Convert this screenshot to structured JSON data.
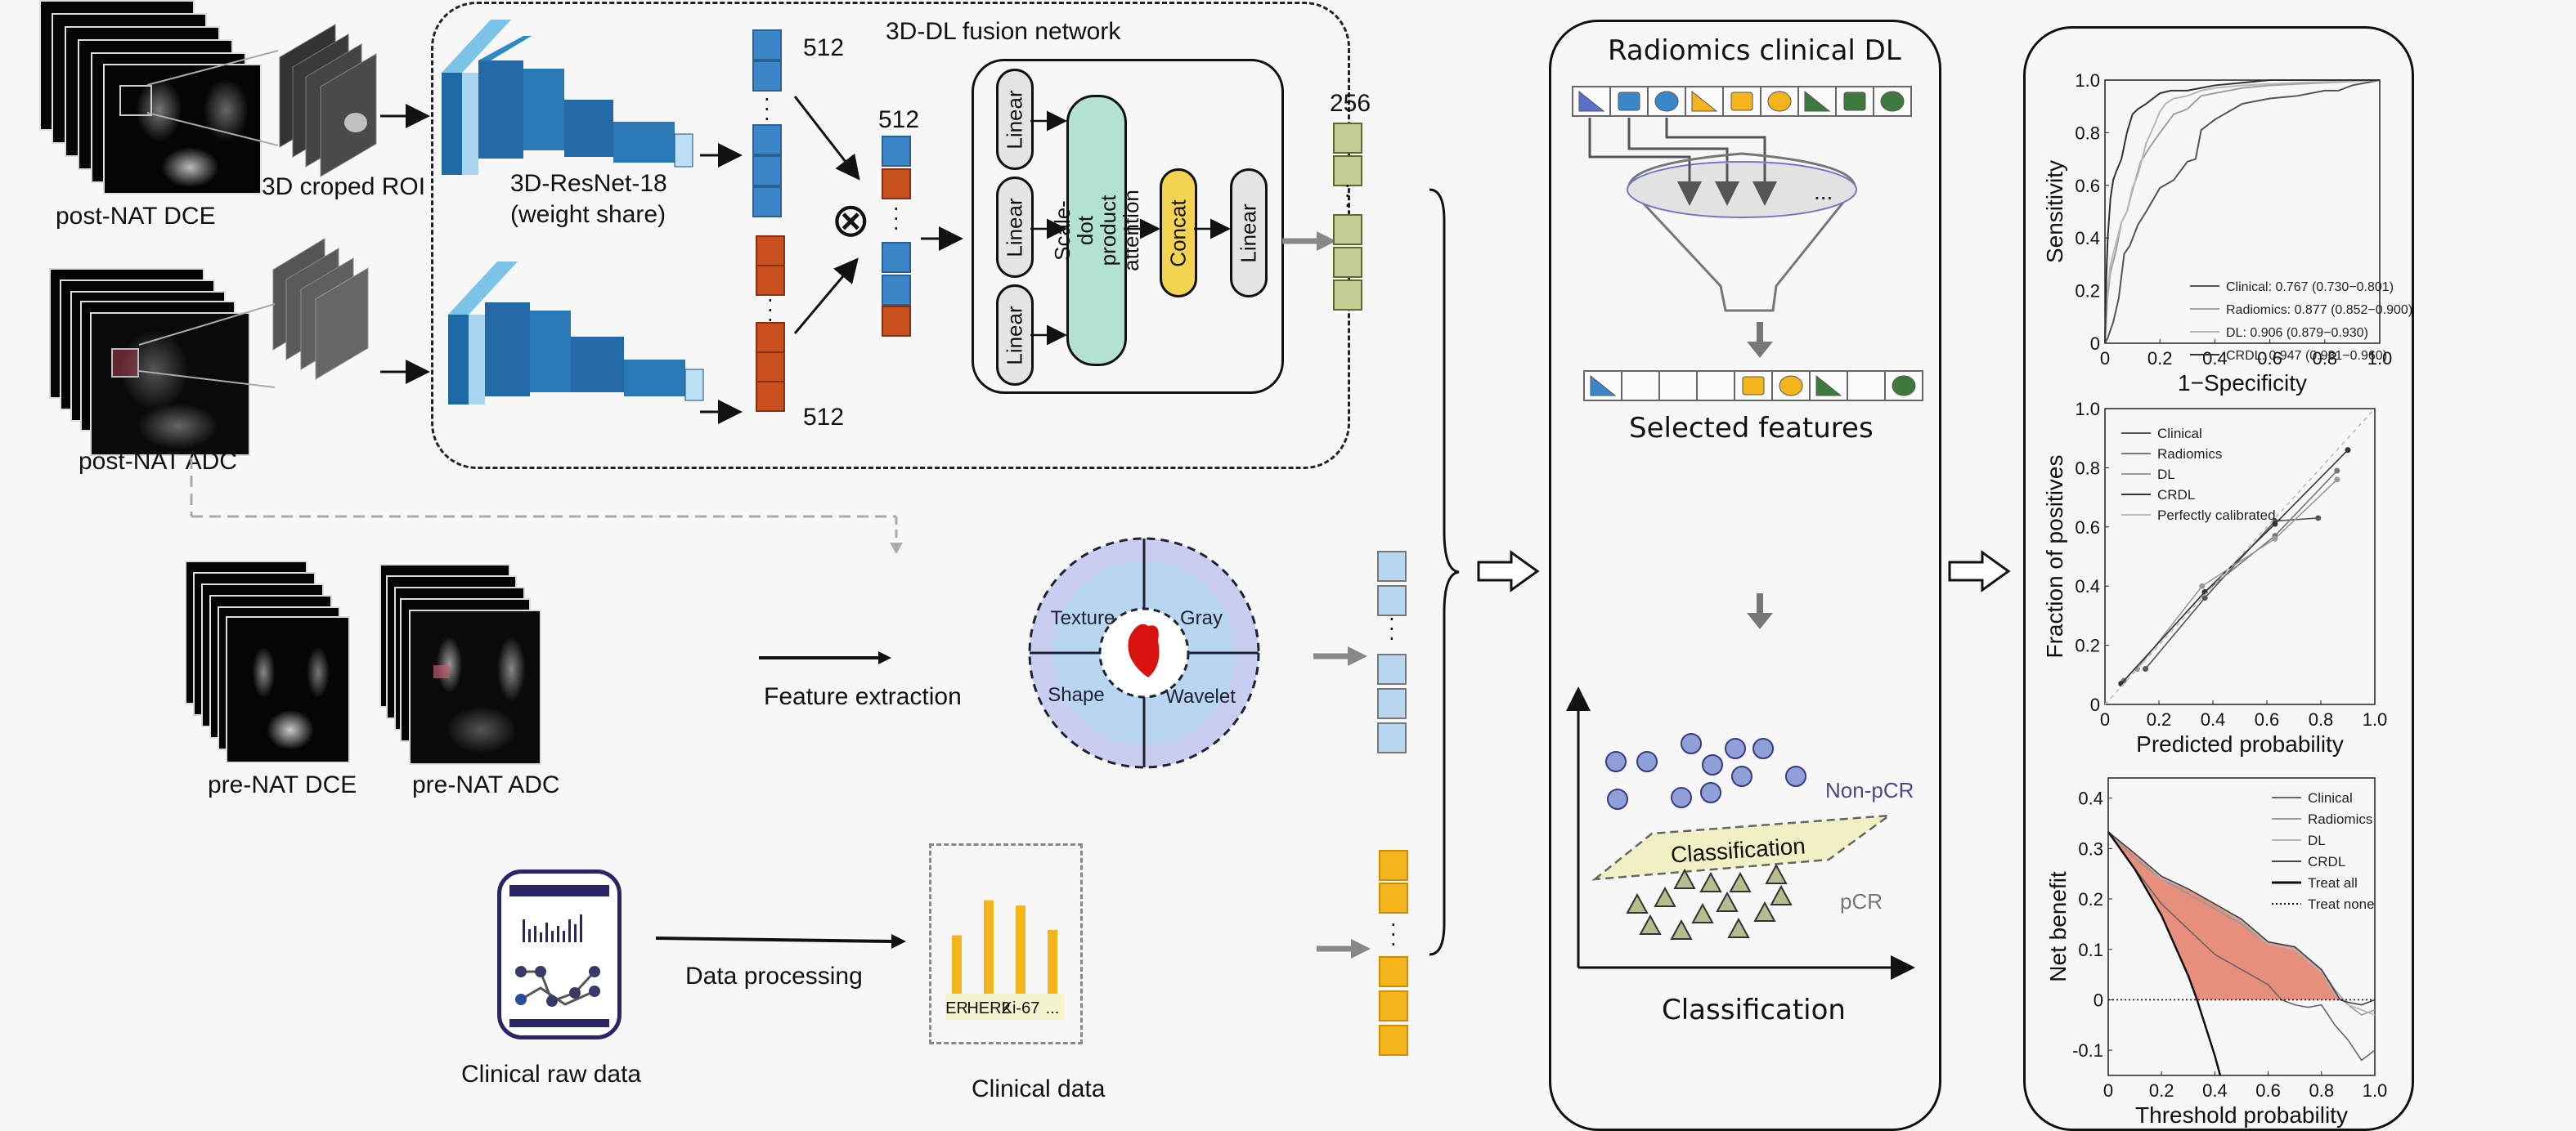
{
  "inputs": {
    "post_nat_dce": "post-NAT DCE",
    "post_nat_adc": "post-NAT ADC",
    "cropped_roi": "3D croped ROI",
    "pre_nat_dce": "pre-NAT DCE",
    "pre_nat_adc": "pre-NAT ADC"
  },
  "dl_branch": {
    "title": "3D-DL fusion network",
    "backbone": "3D-ResNet-18",
    "backbone_note": "(weight share)",
    "dim_top": "512",
    "dim_bottom": "512",
    "dim_fused": "512",
    "dim_out": "256",
    "fusion_op": "⊗",
    "attention": {
      "linear_q": "Linear",
      "linear_k": "Linear",
      "linear_v": "Linear",
      "sdpa": "Scale-dot product attention",
      "concat": "Concat",
      "linear_out": "Linear"
    }
  },
  "radiomics_branch": {
    "step_label": "Feature extraction",
    "categories": [
      "Texture",
      "Gray",
      "Shape",
      "Wavelet"
    ]
  },
  "clinical_branch": {
    "raw_label": "Clinical raw data",
    "step_label": "Data processing",
    "data_label": "Clinical data",
    "features": [
      "ER",
      "HER2",
      "Ki-67",
      "..."
    ],
    "feature_relative_heights": [
      0.55,
      0.88,
      0.83,
      0.6
    ]
  },
  "model_panel": {
    "title": "Radiomics clinical DL",
    "funnel_ellipsis": "...",
    "selected_label": "Selected features",
    "non_pcr_label": "Non-pCR",
    "pcr_label": "pCR",
    "plane_label": "Classification",
    "bottom_label": "Classification",
    "all_features": [
      {
        "shape": "triangle",
        "color": "#5b6fc8"
      },
      {
        "shape": "cube",
        "color": "#3a86c8"
      },
      {
        "shape": "circle",
        "color": "#3a86c8"
      },
      {
        "shape": "triangle",
        "color": "#f4b41c"
      },
      {
        "shape": "cube",
        "color": "#f4b41c"
      },
      {
        "shape": "circle",
        "color": "#f4b41c"
      },
      {
        "shape": "triangle",
        "color": "#3e7a3e"
      },
      {
        "shape": "cube",
        "color": "#3e7a3e"
      },
      {
        "shape": "circle",
        "color": "#3e7a3e"
      }
    ],
    "selected_features": [
      {
        "shape": "triangle",
        "color": "#3a86c8"
      },
      {
        "shape": "none"
      },
      {
        "shape": "none"
      },
      {
        "shape": "none"
      },
      {
        "shape": "cube",
        "color": "#f4b41c"
      },
      {
        "shape": "circle",
        "color": "#f4b41c"
      },
      {
        "shape": "triangle",
        "color": "#3e7a3e"
      },
      {
        "shape": "none"
      },
      {
        "shape": "circle",
        "color": "#3e7a3e"
      }
    ]
  },
  "chart_data": [
    {
      "type": "line",
      "name": "roc",
      "title": "",
      "xlabel": "1−Specificity",
      "ylabel": "Sensitivity",
      "xlim": [
        0,
        1
      ],
      "ylim": [
        0,
        1
      ],
      "xticks": [
        "0",
        "0.2",
        "0.4",
        "0.6",
        "0.8",
        "1.0"
      ],
      "yticks": [
        "0",
        "0.2",
        "0.4",
        "0.6",
        "0.8",
        "1.0"
      ],
      "legend_position": "bottom-right",
      "series": [
        {
          "name": "Clinical: 0.767 (0.730−0.801)",
          "color": "#555555",
          "x": [
            0,
            0.01,
            0.03,
            0.05,
            0.07,
            0.09,
            0.12,
            0.15,
            0.2,
            0.25,
            0.3,
            0.33,
            0.35,
            0.4,
            0.45,
            0.5,
            0.6,
            0.7,
            0.8,
            0.85,
            0.9,
            0.95,
            1.0
          ],
          "y": [
            0,
            0.02,
            0.08,
            0.17,
            0.34,
            0.37,
            0.45,
            0.5,
            0.59,
            0.62,
            0.69,
            0.7,
            0.81,
            0.85,
            0.88,
            0.91,
            0.93,
            0.94,
            0.96,
            0.96,
            0.98,
            0.99,
            1.0
          ]
        },
        {
          "name": "Radiomics: 0.877 (0.852−0.900)",
          "color": "#a0a0a0",
          "x": [
            0,
            0.01,
            0.02,
            0.04,
            0.06,
            0.08,
            0.1,
            0.13,
            0.16,
            0.2,
            0.25,
            0.3,
            0.35,
            0.4,
            0.5,
            0.6,
            0.8,
            1.0
          ],
          "y": [
            0,
            0.18,
            0.27,
            0.35,
            0.46,
            0.5,
            0.58,
            0.69,
            0.74,
            0.8,
            0.87,
            0.89,
            0.94,
            0.95,
            0.97,
            0.98,
            0.99,
            1.0
          ]
        },
        {
          "name": "DL: 0.906 (0.879−0.930)",
          "color": "#b8b8b8",
          "x": [
            0,
            0.01,
            0.02,
            0.04,
            0.06,
            0.08,
            0.1,
            0.12,
            0.15,
            0.18,
            0.2,
            0.22,
            0.25,
            0.3,
            0.35,
            0.4,
            0.5,
            0.7,
            1.0
          ],
          "y": [
            0,
            0.2,
            0.3,
            0.38,
            0.46,
            0.5,
            0.59,
            0.64,
            0.76,
            0.83,
            0.88,
            0.91,
            0.93,
            0.94,
            0.96,
            0.97,
            0.98,
            0.99,
            1.0
          ]
        },
        {
          "name": "CRDL: 0.947 (0.931−0.960)",
          "color": "#333333",
          "x": [
            0,
            0.005,
            0.01,
            0.02,
            0.03,
            0.04,
            0.06,
            0.08,
            0.1,
            0.12,
            0.15,
            0.2,
            0.24,
            0.3,
            0.35,
            0.4,
            0.5,
            0.6,
            1.0
          ],
          "y": [
            0,
            0.25,
            0.4,
            0.55,
            0.62,
            0.65,
            0.7,
            0.8,
            0.87,
            0.89,
            0.91,
            0.95,
            0.96,
            0.96,
            0.97,
            0.98,
            0.99,
            1.0,
            1.0
          ]
        }
      ]
    },
    {
      "type": "line",
      "name": "calibration",
      "title": "",
      "xlabel": "Predicted probability",
      "ylabel": "Fraction of positives",
      "xlim": [
        0,
        1
      ],
      "ylim": [
        0,
        1
      ],
      "xticks": [
        "0",
        "0.2",
        "0.4",
        "0.6",
        "0.8",
        "1.0"
      ],
      "yticks": [
        "0",
        "0.2",
        "0.4",
        "0.6",
        "0.8",
        "1.0"
      ],
      "legend_position": "top-left",
      "series": [
        {
          "name": "Clinical",
          "color": "#555555",
          "x": [
            0.15,
            0.37,
            0.63,
            0.79
          ],
          "y": [
            0.12,
            0.36,
            0.62,
            0.63
          ]
        },
        {
          "name": "Radiomics",
          "color": "#777777",
          "x": [
            0.07,
            0.37,
            0.63,
            0.86
          ],
          "y": [
            0.08,
            0.38,
            0.57,
            0.79
          ]
        },
        {
          "name": "DL",
          "color": "#999999",
          "x": [
            0.12,
            0.36,
            0.63,
            0.86
          ],
          "y": [
            0.12,
            0.4,
            0.56,
            0.76
          ]
        },
        {
          "name": "CRDL",
          "color": "#333333",
          "x": [
            0.06,
            0.37,
            0.63,
            0.9
          ],
          "y": [
            0.07,
            0.38,
            0.61,
            0.86
          ]
        },
        {
          "name": "Perfectly calibrated",
          "color": "#bbbbbb",
          "x": [
            0,
            1
          ],
          "y": [
            0,
            1
          ],
          "dashed": true
        }
      ]
    },
    {
      "type": "line",
      "name": "decision_curve",
      "title": "",
      "xlabel": "Threshold probability",
      "ylabel": "Net benefit",
      "xlim": [
        0,
        1
      ],
      "ylim": [
        -0.15,
        0.44
      ],
      "xticks": [
        "0",
        "0.2",
        "0.4",
        "0.6",
        "0.8",
        "1.0"
      ],
      "yticks": [
        "-0.1",
        "0",
        "0.1",
        "0.2",
        "0.3",
        "0.4"
      ],
      "ytick_values": [
        -0.1,
        0,
        0.1,
        0.2,
        0.3,
        0.4
      ],
      "legend_position": "top-right",
      "series": [
        {
          "name": "Clinical",
          "color": "#666666",
          "x": [
            0,
            0.1,
            0.2,
            0.3,
            0.4,
            0.5,
            0.6,
            0.65,
            0.7,
            0.75,
            0.8,
            0.85,
            0.9,
            0.95,
            1.0
          ],
          "y": [
            0.333,
            0.26,
            0.19,
            0.14,
            0.09,
            0.06,
            0.03,
            0.0,
            -0.01,
            -0.015,
            -0.01,
            -0.05,
            -0.08,
            -0.12,
            -0.1
          ]
        },
        {
          "name": "Radiomics",
          "color": "#999999",
          "x": [
            0,
            0.1,
            0.2,
            0.3,
            0.4,
            0.5,
            0.6,
            0.7,
            0.8,
            0.85,
            0.9,
            0.95,
            1.0
          ],
          "y": [
            0.333,
            0.28,
            0.24,
            0.21,
            0.18,
            0.15,
            0.11,
            0.1,
            0.06,
            0.02,
            -0.01,
            -0.03,
            -0.02
          ]
        },
        {
          "name": "DL",
          "color": "#b5b5b5",
          "x": [
            0,
            0.1,
            0.2,
            0.3,
            0.4,
            0.5,
            0.6,
            0.7,
            0.8,
            0.85,
            0.9,
            0.95,
            1.0
          ],
          "y": [
            0.333,
            0.29,
            0.24,
            0.22,
            0.19,
            0.155,
            0.11,
            0.1,
            0.055,
            0.01,
            -0.01,
            -0.02,
            -0.03
          ]
        },
        {
          "name": "CRDL",
          "color": "#444444",
          "x": [
            0,
            0.1,
            0.2,
            0.3,
            0.4,
            0.5,
            0.6,
            0.7,
            0.8,
            0.87,
            0.9,
            0.95,
            1.0
          ],
          "y": [
            0.333,
            0.29,
            0.245,
            0.22,
            0.19,
            0.16,
            0.115,
            0.105,
            0.06,
            0.0,
            -0.005,
            -0.01,
            0.0
          ]
        },
        {
          "name": "Treat all",
          "color": "#111111",
          "x": [
            0,
            0.1,
            0.2,
            0.3,
            0.333,
            0.4,
            0.42
          ],
          "y": [
            0.333,
            0.259,
            0.167,
            0.048,
            0.0,
            -0.111,
            -0.15
          ]
        },
        {
          "name": "Treat none",
          "color": "#111111",
          "dotted": true,
          "x": [
            0,
            1
          ],
          "y": [
            0,
            0
          ]
        }
      ],
      "shaded_region": {
        "between": [
          "Treat all",
          "CRDL"
        ],
        "color": "#e4826f"
      }
    }
  ]
}
